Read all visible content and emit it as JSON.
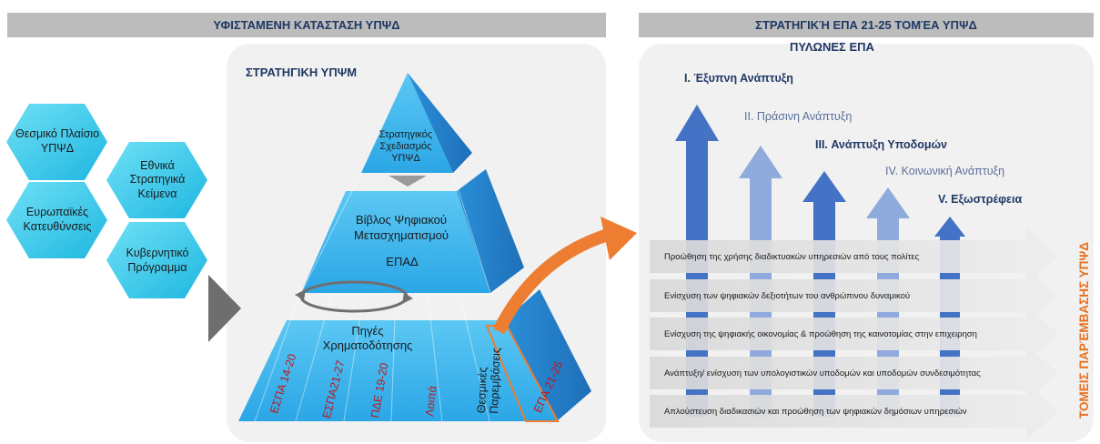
{
  "left_header": "ΥΦΙΣΤΑΜΕΝΗ ΚΑΤΑΣΤΑΣΗ ΥΠΨΔ",
  "right_header": "ΣΤΡΑΤΗΓΙΚΉ ΕΠΑ 21-25 ΤΟΜΈΑ ΥΠΨΔ",
  "hexagons": [
    {
      "label": "Θεσμικό Πλαίσιο ΥΠΨΔ"
    },
    {
      "label": "Εθνικά Στρατηγικά Κείμενα"
    },
    {
      "label": "Ευρωπαϊκές Κατευθύνσεις"
    },
    {
      "label": "Κυβερνητικό Πρόγραμμα"
    }
  ],
  "strategy_title": "ΣΤΡΑΤΗΓΙΚΗ ΥΠΨΜ",
  "pyramid": {
    "top_label": "Στρατηγικός Σχεδιασμός ΥΠΨΔ",
    "mid_label": "Βίβλος Ψηφιακού Μετασχηματισμού",
    "mid_sublabel": "ΕΠΑΔ",
    "base_label": "Πηγές Χρηματοδότησης",
    "funding_sources": [
      "ΕΣΠΑ 14-20",
      "ΕΣΠΑ21-27",
      "ΠΔΕ 19-20",
      "Λοιπά",
      "Θεσμικές Παρεμβάσεις",
      "ΕΠΑ 21-25"
    ]
  },
  "pillars_title": "ΠΥΛΩΝΕΣ ΕΠΑ",
  "pillars": [
    {
      "label": "I. Έξυπνη Ανάπτυξη",
      "color": "#4472c4"
    },
    {
      "label": "II. Πράσινη Ανάπτυξη",
      "color": "#8faadc"
    },
    {
      "label": "III. Ανάπτυξη Υποδομών",
      "color": "#4472c4"
    },
    {
      "label": "IV. Κοινωνική Ανάπτυξη",
      "color": "#8faadc"
    },
    {
      "label": "V. Εξωστρέφεια",
      "color": "#4472c4"
    }
  ],
  "sectors": [
    "Προώθηση της χρήσης διαδικτυακών υπηρεσιών από τους πολίτες",
    "Ενίσχυση των ψηφιακών δεξιοτήτων του ανθρώπινου δυναμικού",
    "Ενίσχυση της ψηφιακής οικονομίας & προώθηση της καινοτομίας στην επιχειρηση",
    "Ανάπτυξη/ ενίσχυση των υπολογιστικών υποδομών και υποδομών συνδεσιμότητας",
    "Απλούστευση διαδικασιών και προώθηση των ψηφιακών δημόσιων υπηρεσιών"
  ],
  "sectors_title": "ΤΟΜΕΙΣ ΠΑΡΈΜΒΑΣΗΣ ΥΠΨΔ",
  "colors": {
    "hexagon": "#2ec4e8",
    "pyramid_front": "#38b8ee",
    "pyramid_side": "#2288d0",
    "header_text": "#1f3864",
    "accent_orange": "#ed7d31",
    "funding_text": "#c0161b"
  }
}
